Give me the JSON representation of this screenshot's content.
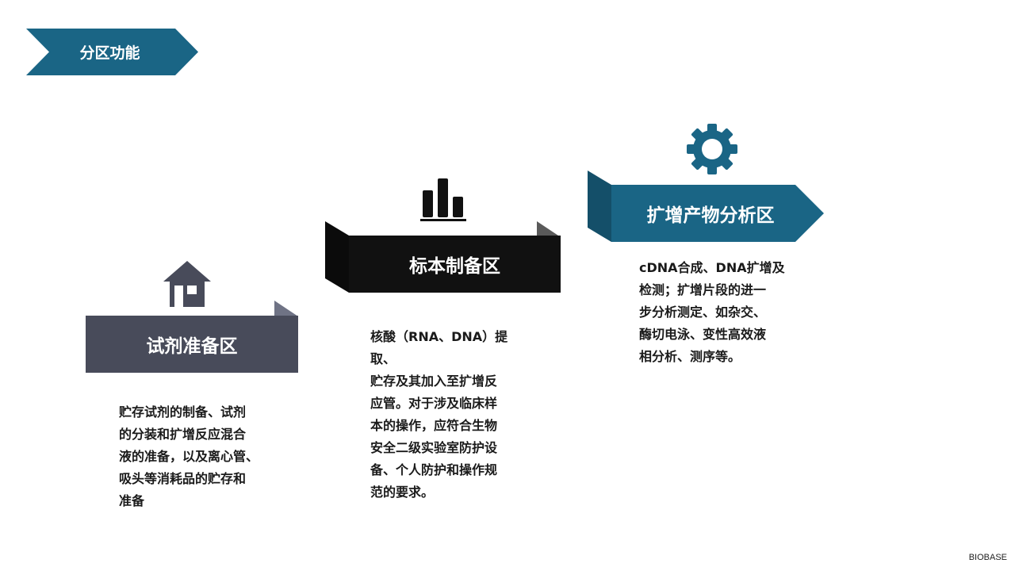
{
  "header": {
    "title": "分区功能"
  },
  "colors": {
    "header": "#1a6585",
    "card1": "#484b5a",
    "card2": "#111111",
    "card3": "#1a6585"
  },
  "cards": [
    {
      "title": "试剂准备区",
      "icon": "home-icon",
      "description": "贮存试剂的制备、试剂\n的分装和扩增反应混合\n液的准备，以及离心管、\n吸头等消耗品的贮存和\n准备"
    },
    {
      "title": "标本制备区",
      "icon": "bar-chart-icon",
      "description": "核酸（RNA、DNA）提取、\n贮存及其加入至扩增反\n应管。对于涉及临床样\n本的操作，应符合生物\n安全二级实验室防护设\n备、个人防护和操作规\n范的要求。"
    },
    {
      "title": "扩增产物分析区",
      "icon": "gear-icon",
      "description": "cDNA合成、DNA扩增及\n检测；扩增片段的进一\n步分析测定、如杂交、\n酶切电泳、变性高效液\n相分析、测序等。"
    }
  ],
  "footer": {
    "brand": "BIOBASE"
  }
}
